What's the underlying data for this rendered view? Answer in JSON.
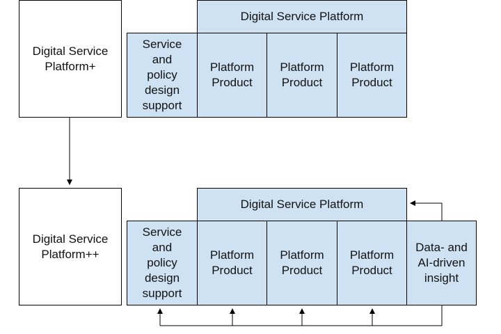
{
  "top": {
    "label": "Digital Service\nPlatform+",
    "header": "Digital Service Platform",
    "cells": [
      "Service\nand\npolicy\ndesign\nsupport",
      "Platform\nProduct",
      "Platform\nProduct",
      "Platform\nProduct"
    ]
  },
  "bottom": {
    "label": "Digital Service\nPlatform++",
    "header": "Digital Service Platform",
    "cells": [
      "Service\nand\npolicy\ndesign\nsupport",
      "Platform\nProduct",
      "Platform\nProduct",
      "Platform\nProduct",
      "Data- and\nAI-driven\ninsight"
    ]
  },
  "colors": {
    "cell_fill": "#cfe2f3",
    "border": "#000000",
    "background": "#ffffff"
  }
}
